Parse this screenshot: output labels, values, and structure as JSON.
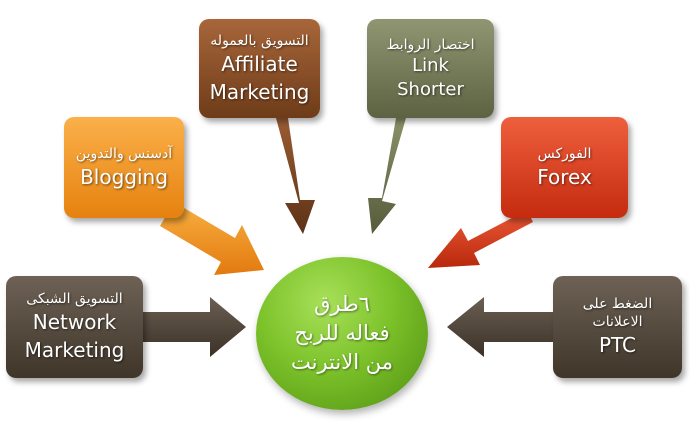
{
  "center": {
    "line1": "٦طرق",
    "line2": "فعاله للربح",
    "line3": "من الانترنت"
  },
  "nodes": {
    "network": {
      "arabic": "التسويق الشبكى",
      "english_1": "Network",
      "english_2": "Marketing",
      "color": "#4a4034"
    },
    "blogging": {
      "arabic": "آدسنس والتدوين",
      "english_1": "Blogging",
      "color": "#f39a2a"
    },
    "affiliate": {
      "arabic": "التسويق بالعموله",
      "english_1": "Affiliate",
      "english_2": "Marketing",
      "color": "#8a4f27"
    },
    "link": {
      "arabic": "اختصار الروابط",
      "english_1": "Link",
      "english_2": "Shorter",
      "color": "#787d58"
    },
    "forex": {
      "arabic": "الفوركس",
      "english_1": "Forex",
      "color": "#d9411f"
    },
    "ptc": {
      "arabic_1": "الضغط على",
      "arabic_2": "الاعلانات",
      "english_1": "PTC",
      "color": "#4a4034"
    }
  },
  "colors": {
    "center": "#6fb520",
    "arrow_network": "#4a4034",
    "arrow_blogging": "#ec8a1c",
    "arrow_affiliate": "#6e3c19",
    "arrow_link": "#6b7048",
    "arrow_forex": "#cc3212",
    "arrow_ptc": "#4a4034"
  }
}
